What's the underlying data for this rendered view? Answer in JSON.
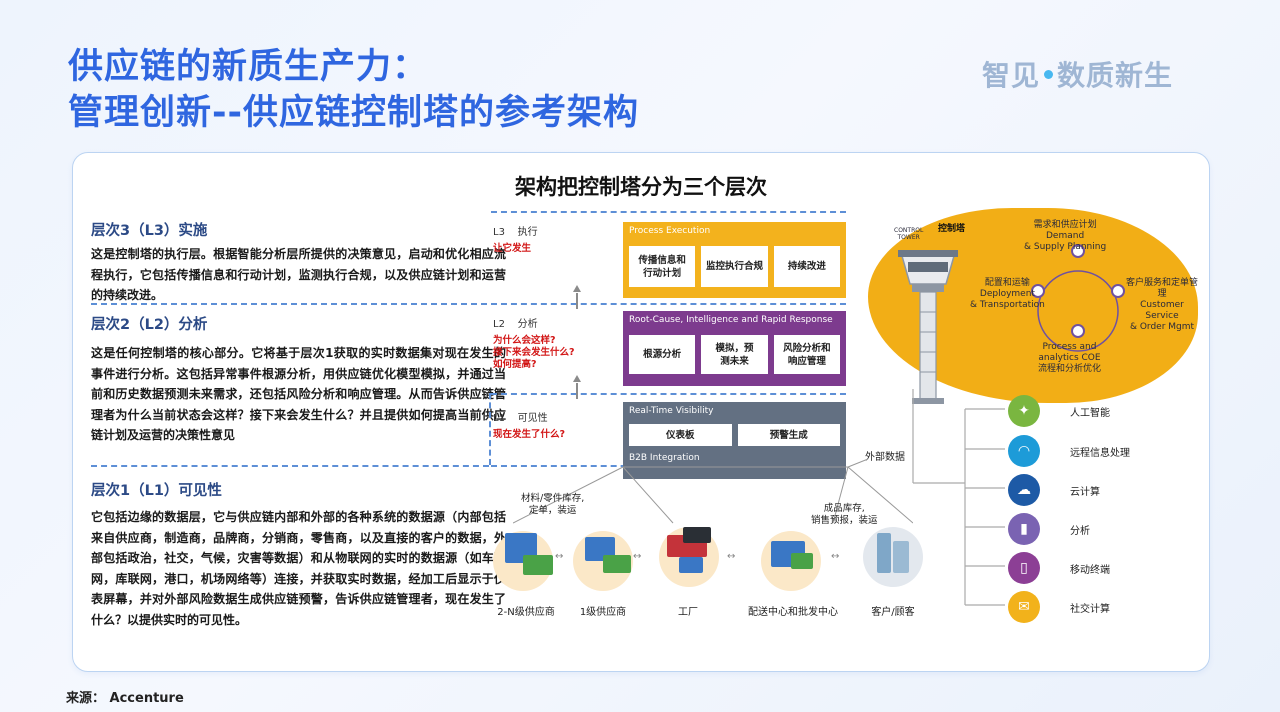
{
  "header": {
    "title_line1": "供应链的新质生产力：",
    "title_line2": "管理创新--供应链控制塔的参考架构",
    "brand_left": "智见",
    "brand_right": "数质新生"
  },
  "card": {
    "title": "架构把控制塔分为三个层次"
  },
  "levels": [
    {
      "title": "层次3（L3）实施",
      "text": "这是控制塔的执行层。根据智能分析层所提供的决策意见，启动和优化相应流程执行，它包括传播信息和行动计划，监测执行合规，以及供应链计划和运营的持续改进。"
    },
    {
      "title": "层次2（L2）分析",
      "text": "这是任何控制塔的核心部分。它将基于层次1获取的实时数据集对现在发生的事件进行分析。这包括异常事件根源分析，用供应链优化模型模拟，并通过当前和历史数据预测未来需求，还包括风险分析和响应管理。从而告诉供应链管理者为什么当前状态会这样？接下来会发生什么？并且提供如何提高当前供应链计划及运营的决策性意见"
    },
    {
      "title": "层次1（L1）可见性",
      "text": "它包括边缘的数据层，它与供应链内部和外部的各种系统的数据源（内部包括来自供应商，制造商，品牌商，分销商，零售商，以及直接的客户的数据，外部包括政治，社交，气候，灾害等数据）和从物联网的实时的数据源（如车联网，库联网，港口，机场网络等）连接，并获取实时数据，经加工后显示于仪表屏幕，并对外部风险数据生成供应链预警，告诉供应链管理者，现在发生了什么？以提供实时的可见性。"
    }
  ],
  "diagram": {
    "l3": {
      "tag": "L3",
      "name": "执行",
      "question": "让它发生"
    },
    "l2": {
      "tag": "L2",
      "name": "分析",
      "question": "为什么会这样?\n接下来会发生什么?\n如何提高?"
    },
    "l1": {
      "tag": "L1",
      "name": "可见性",
      "question": "现在发生了什么?"
    },
    "process_execution": {
      "header": "Process Execution",
      "boxes": [
        "传播信息和\n行动计划",
        "监控执行合规",
        "持续改进"
      ]
    },
    "root_cause": {
      "header": "Root-Cause, Intelligence and Rapid Response",
      "boxes": [
        "根源分析",
        "模拟，预\n测未来",
        "风险分析和\n响应管理"
      ]
    },
    "visibility": {
      "header": "Real-Time Visibility",
      "boxes": [
        "仪表板",
        "预警生成"
      ],
      "footer": "B2B Integration"
    },
    "external_data": "外部数据",
    "tower": {
      "tower_label": "CONTROL\nTOWER",
      "tower_label_cn": "控制塔",
      "demand": "需求和供应计划\nDemand\n& Supply Planning",
      "customer": "客户服务和定单管理\nCustomer Service\n& Order Mgmt",
      "deployment": "配置和运输\nDeployment\n& Transportation",
      "analytics": "Process and\nanalytics COE\n流程和分析优化"
    },
    "tech": [
      {
        "label": "人工智能",
        "icon": "ai-bulb-icon",
        "color": "#7ab640",
        "glyph": "✦"
      },
      {
        "label": "远程信息处理",
        "icon": "wifi-icon",
        "color": "#1d9bd8",
        "glyph": "◠"
      },
      {
        "label": "云计算",
        "icon": "cloud-icon",
        "color": "#1d5aa6",
        "glyph": "☁"
      },
      {
        "label": "分析",
        "icon": "analytics-icon",
        "color": "#7a63b2",
        "glyph": "▮"
      },
      {
        "label": "移动终端",
        "icon": "mobile-icon",
        "color": "#8c3f95",
        "glyph": "▯"
      },
      {
        "label": "社交计算",
        "icon": "social-icon",
        "color": "#f2b21b",
        "glyph": "✉"
      }
    ],
    "chain": {
      "nodes": [
        "2-N级供应商",
        "1级供应商",
        "工厂",
        "配送中心和批发中心",
        "客户/顾客"
      ],
      "note_left": "材料/零件库存,\n定单，装运",
      "note_right": "成品库存,\n销售预报，装运"
    }
  },
  "footer": {
    "source": "来源：  Accenture"
  }
}
